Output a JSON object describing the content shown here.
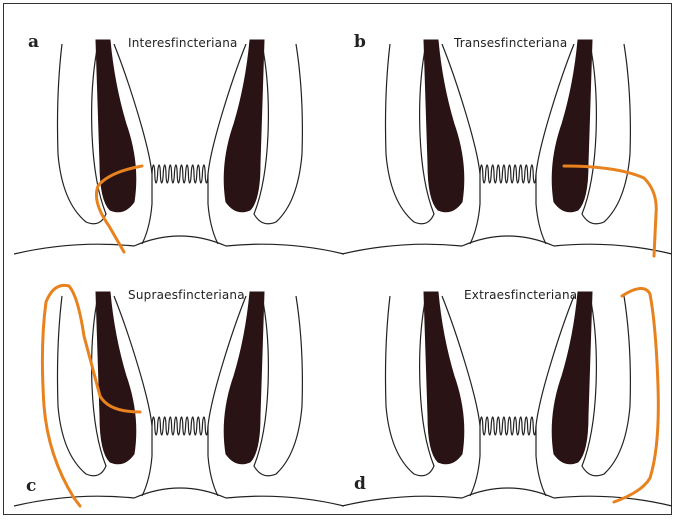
{
  "colors": {
    "fistula": "#e8821e",
    "muscle": "#2a1314",
    "outline": "#222222"
  },
  "panels": [
    {
      "id": "a",
      "letter": "a",
      "title": "Interesfincteriana"
    },
    {
      "id": "b",
      "letter": "b",
      "title": "Transesfincteriana"
    },
    {
      "id": "c",
      "letter": "c",
      "title": "Supraesfincteriana"
    },
    {
      "id": "d",
      "letter": "d",
      "title": "Extraesfincteriana"
    }
  ]
}
